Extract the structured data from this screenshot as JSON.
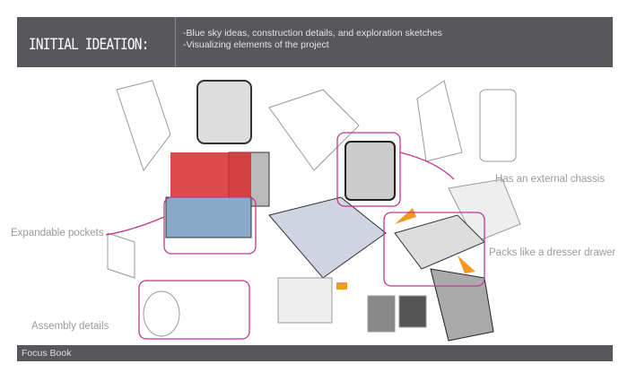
{
  "header": {
    "title": "INITIAL IDEATION:",
    "bullets": [
      "-Blue sky ideas, construction details, and exploration sketches",
      "-Visualizing elements of the project"
    ]
  },
  "callouts": [
    "Expandable pockets",
    "Assembly details",
    "Has an external chassis",
    "Packs like a dresser drawer"
  ],
  "footer": {
    "label": "Focus Book"
  },
  "colors": {
    "header_bg": "#58575c",
    "callout": "#c2368f",
    "accent_orange": "#f29a1f"
  }
}
